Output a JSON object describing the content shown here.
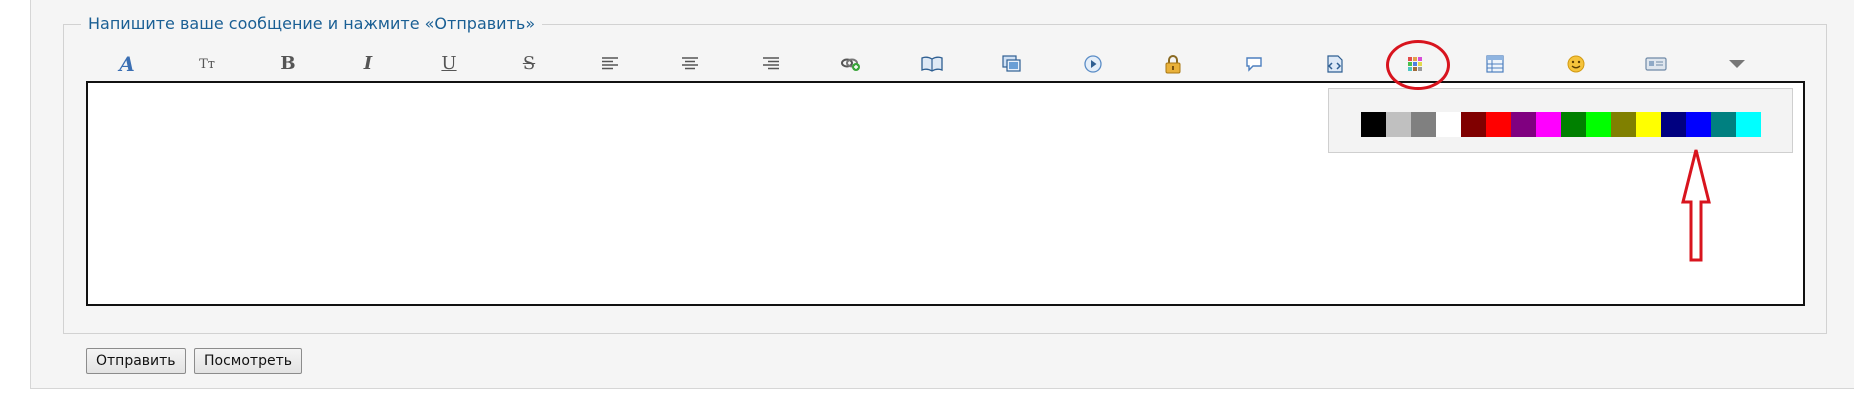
{
  "form": {
    "legend": "Напишите ваше сообщение и нажмите «Отправить»",
    "editor_value": ""
  },
  "toolbar": {
    "items": [
      {
        "name": "font-icon",
        "glyph": "A"
      },
      {
        "name": "font-size-icon",
        "glyph": "Tт"
      },
      {
        "name": "bold-icon",
        "glyph": "B"
      },
      {
        "name": "italic-icon",
        "glyph": "I"
      },
      {
        "name": "underline-icon",
        "glyph": "U"
      },
      {
        "name": "strikethrough-icon",
        "glyph": "S"
      },
      {
        "name": "align-left-icon"
      },
      {
        "name": "align-center-icon"
      },
      {
        "name": "align-right-icon"
      },
      {
        "name": "insert-link-icon"
      },
      {
        "name": "book-icon"
      },
      {
        "name": "insert-image-icon"
      },
      {
        "name": "media-play-icon"
      },
      {
        "name": "lock-icon"
      },
      {
        "name": "speech-bubble-icon"
      },
      {
        "name": "insert-code-icon"
      },
      {
        "name": "color-palette-icon"
      },
      {
        "name": "table-icon"
      },
      {
        "name": "smiley-icon"
      },
      {
        "name": "address-card-icon"
      },
      {
        "name": "more-dropdown-icon"
      }
    ]
  },
  "color_palette": {
    "colors": [
      "#000000",
      "#c0c0c0",
      "#808080",
      "#ffffff",
      "#800000",
      "#ff0000",
      "#800080",
      "#ff00ff",
      "#008000",
      "#00ff00",
      "#808000",
      "#ffff00",
      "#000080",
      "#0000ff",
      "#008080",
      "#00ffff"
    ]
  },
  "buttons": {
    "submit_label": "Отправить",
    "preview_label": "Посмотреть"
  },
  "annotation": {
    "color": "#d8141e"
  }
}
